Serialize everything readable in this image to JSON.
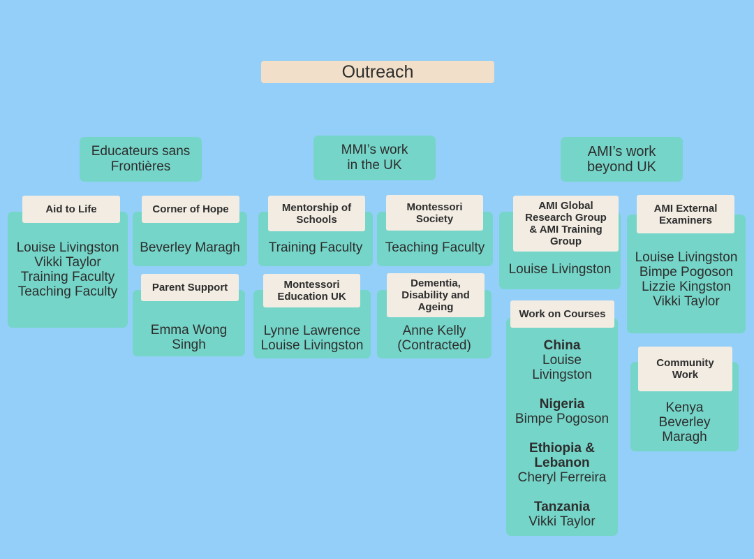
{
  "title": "Outreach",
  "categories": {
    "esf": "Educateurs sans\nFrontières",
    "uk": "MMI’s work\nin the UK",
    "beyond": "AMI’s work\nbeyond UK"
  },
  "cards": {
    "aid": {
      "label": "Aid to Life",
      "people": [
        "Louise Livingston",
        "Vikki Taylor",
        "Training Faculty",
        "Teaching Faculty"
      ]
    },
    "hope": {
      "label": "Corner of Hope",
      "people": [
        "Beverley Maragh"
      ]
    },
    "parent": {
      "label": "Parent Support",
      "people": [
        "Emma Wong",
        "Singh"
      ]
    },
    "mentorship": {
      "label": "Mentorship of\nSchools",
      "people": [
        "Training Faculty"
      ]
    },
    "society": {
      "label": "Montessori\nSociety",
      "people": [
        "Teaching Faculty"
      ]
    },
    "meuk": {
      "label": "Montessori\nEducation UK",
      "people": [
        "Lynne Lawrence",
        "Louise Livingston"
      ]
    },
    "dementia": {
      "label": "Dementia,\nDisability and\nAgeing",
      "people": [
        "Anne Kelly",
        "(Contracted)"
      ]
    },
    "research": {
      "label": "AMI Global\nResearch Group\n& AMI Training\nGroup",
      "people": [
        "Louise Livingston"
      ]
    },
    "examiners": {
      "label": "AMI External\nExaminers",
      "people": [
        "Louise Livingston",
        "Bimpe Pogoson",
        "Lizzie Kingston",
        "Vikki Taylor"
      ]
    },
    "courses": {
      "label": "Work on Courses",
      "items": [
        {
          "country": "China",
          "people": [
            "Louise",
            "Livingston"
          ]
        },
        {
          "country": "Nigeria",
          "people": [
            "Bimpe Pogoson"
          ]
        },
        {
          "country": "Ethiopia &\nLebanon",
          "people": [
            "Cheryl Ferreira"
          ]
        },
        {
          "country": "Tanzania",
          "people": [
            "Vikki Taylor"
          ]
        }
      ]
    },
    "community": {
      "label": "Community\nWork",
      "people": [
        "Kenya",
        "Beverley",
        "Maragh"
      ]
    }
  }
}
